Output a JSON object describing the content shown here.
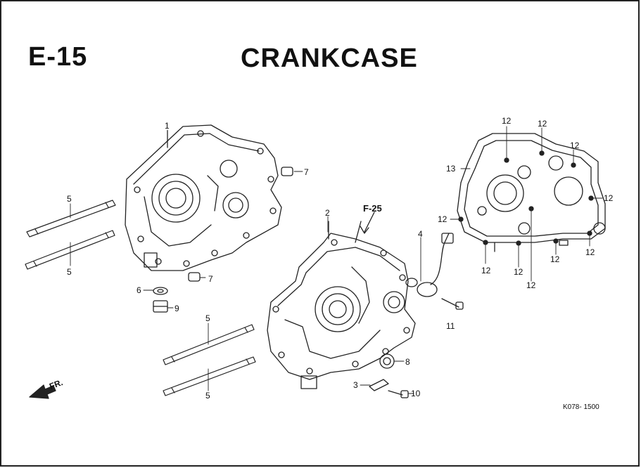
{
  "header": {
    "section_code": "E-15",
    "title": "CRANKCASE"
  },
  "reference_label": "F-25",
  "direction_label": "FR.",
  "drawing_code": "K078- 1500",
  "icons": {
    "direction": "arrow-left-icon"
  },
  "callouts": {
    "c1": "1",
    "c2": "2",
    "c3": "3",
    "c4": "4",
    "c5a": "5",
    "c5b": "5",
    "c5c": "5",
    "c5d": "5",
    "c6": "6",
    "c7a": "7",
    "c7b": "7",
    "c8": "8",
    "c9": "9",
    "c10": "10",
    "c11": "11",
    "c12a": "12",
    "c12b": "12",
    "c12c": "12",
    "c12d": "12",
    "c12e": "12",
    "c12f": "12",
    "c12g": "12",
    "c12h": "12",
    "c12i": "12",
    "c12j": "12",
    "c13": "13"
  }
}
